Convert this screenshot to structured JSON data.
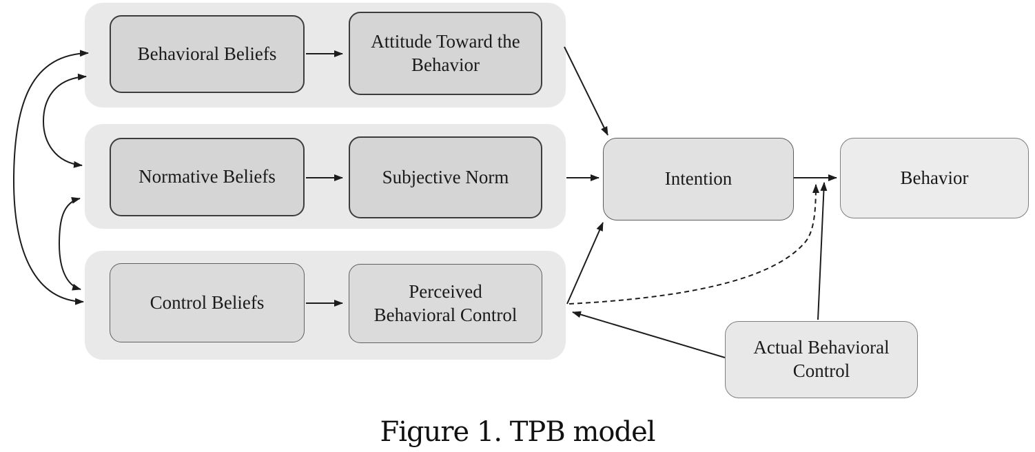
{
  "figure": {
    "caption": "Figure 1. TPB model",
    "title": "TPB model"
  },
  "nodes": {
    "behavioral_beliefs": {
      "label": "Behavioral Beliefs"
    },
    "attitude_toward_the_behavior": {
      "label": "Attitude Toward the\nBehavior"
    },
    "normative_beliefs": {
      "label": "Normative Beliefs"
    },
    "subjective_norm": {
      "label": "Subjective Norm"
    },
    "control_beliefs": {
      "label": "Control Beliefs"
    },
    "perceived_behavioral_control": {
      "label": "Perceived\nBehavioral Control"
    },
    "intention": {
      "label": "Intention"
    },
    "behavior": {
      "label": "Behavior"
    },
    "actual_behavioral_control": {
      "label": "Actual Behavioral\nControl"
    }
  },
  "edges": [
    {
      "from": "Behavioral Beliefs",
      "to": "Attitude Toward the Behavior",
      "style": "solid-arrow"
    },
    {
      "from": "Normative Beliefs",
      "to": "Subjective Norm",
      "style": "solid-arrow"
    },
    {
      "from": "Control Beliefs",
      "to": "Perceived Behavioral Control",
      "style": "solid-arrow"
    },
    {
      "from": "Attitude Toward the Behavior",
      "to": "Intention",
      "style": "solid-arrow"
    },
    {
      "from": "Subjective Norm",
      "to": "Intention",
      "style": "solid-arrow"
    },
    {
      "from": "Perceived Behavioral Control",
      "to": "Intention",
      "style": "solid-arrow"
    },
    {
      "from": "Intention",
      "to": "Behavior",
      "style": "solid-arrow"
    },
    {
      "from": "Perceived Behavioral Control",
      "to": "Behavior",
      "style": "dashed-arrow"
    },
    {
      "from": "Actual Behavioral Control",
      "to": "Behavior",
      "style": "solid-arrow"
    },
    {
      "from": "Actual Behavioral Control",
      "to": "Perceived Behavioral Control",
      "style": "solid-arrow"
    },
    {
      "from": "Behavioral Beliefs",
      "to": "Normative Beliefs",
      "style": "curved-double-arrow"
    },
    {
      "from": "Normative Beliefs",
      "to": "Control Beliefs",
      "style": "curved-double-arrow"
    },
    {
      "from": "Behavioral Beliefs",
      "to": "Control Beliefs",
      "style": "curved-double-arrow"
    }
  ],
  "colors": {
    "background": "#ffffff",
    "group_fill": "#e9e9e9",
    "belief_box_fill": "#d5d5d5",
    "belief_box_border": "#3c3c3c",
    "control_row_fill": "#dbdbdb",
    "control_row_border": "#5f5f5f",
    "intention_fill": "#e1e1e1",
    "behavior_fill": "#ececec",
    "actual_behavioral_control_fill": "#e8e8e8",
    "line_color": "#1c1c1c",
    "text_color": "#1a1a1a"
  }
}
